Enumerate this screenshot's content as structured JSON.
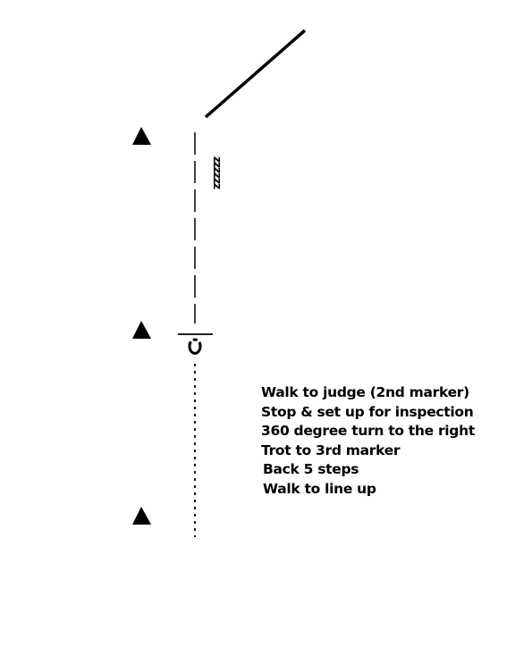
{
  "pattern_note": "zzzzzz",
  "instructions": [
    "Walk to judge (2nd marker)",
    "Stop & set up for inspection",
    "360 degree turn to the right",
    "Trot to 3rd marker",
    "Back 5 steps",
    "Walk to line up"
  ]
}
